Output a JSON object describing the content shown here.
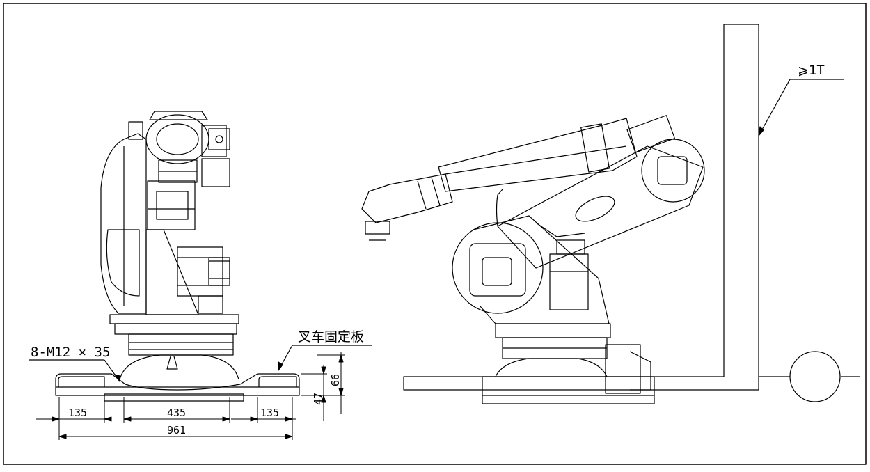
{
  "annotations": {
    "bolt_spec": "8-M12 × 35",
    "fork_plate": "叉车固定板",
    "forklift_capacity": "⩾1T"
  },
  "dimensions": {
    "left_width": "135",
    "center_width": "435",
    "right_width": "135",
    "total_width": "961",
    "height_47": "47",
    "height_66": "66"
  },
  "colors": {
    "line": "#000000",
    "background": "#ffffff"
  }
}
